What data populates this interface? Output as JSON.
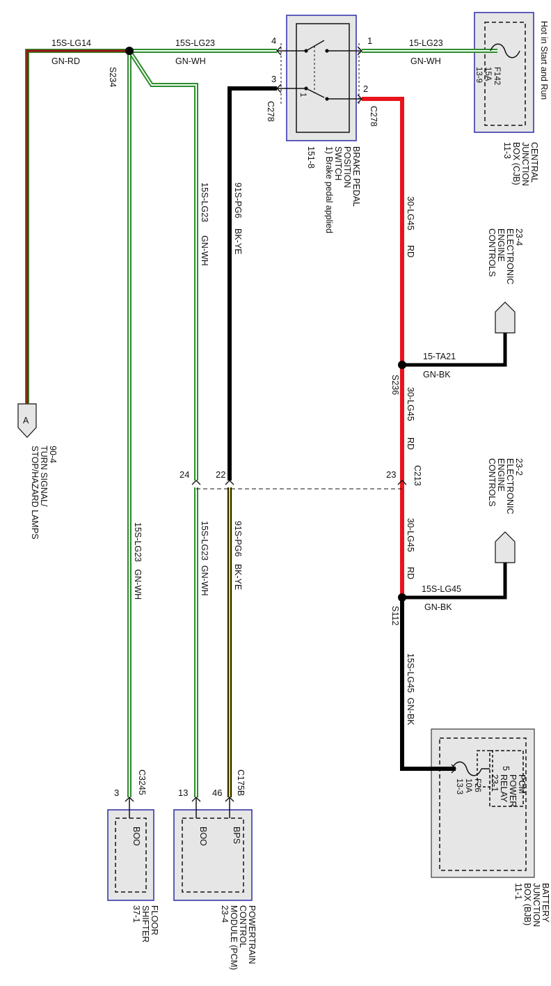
{
  "wires": {
    "w_lg14_circuit": "15S-LG14",
    "w_lg14_color": "GN-RD",
    "w_lg23_top_circuit": "15S-LG23",
    "w_lg23_top_color": "GN-WH",
    "w_lg23_cjb_circuit": "15-LG23",
    "w_lg23_cjb_color": "GN-WH",
    "w_lg23_mid_circuit": "15S-LG23",
    "w_lg23_mid_color": "GN-WH",
    "w_pg6_circuit": "91S-PG6",
    "w_pg6_color": "BK-YE",
    "w_lg45_top_circuit": "30-LG45",
    "w_lg45_top_color": "RD",
    "w_ta21_circuit": "15-TA21",
    "w_ta21_color": "GN-BK",
    "w_lg45_mid_circuit": "30-LG45",
    "w_lg45_mid_color": "RD",
    "w_lg45_low_circuit": "30-LG45",
    "w_lg45_low_color": "RD",
    "w_slg45_branch_circuit": "15S-LG45",
    "w_slg45_branch_color": "GN-BK",
    "w_slg45_bjb": "15S-LG45  GN-BK",
    "w_lg23_pcm": "15S-LG23  GN-WH",
    "w_pg6_pcm": "91S-PG6   BK-YE",
    "w_lg23_shifter": "15S-LG23   GN-WH"
  },
  "splices": {
    "s234": "S234",
    "s236": "S236",
    "s112": "S112"
  },
  "connectors": {
    "c278_left": "C278",
    "c278_right": "C278",
    "c213": "C213",
    "c175b": "C175B",
    "c3245": "C3245"
  },
  "pins": {
    "p4": "4",
    "p3": "3",
    "p1": "1",
    "p2": "2",
    "p24": "24",
    "p22": "22",
    "p23": "23",
    "p13": "13",
    "p46": "46",
    "p3b": "3",
    "p5": "5",
    "sw1": "1"
  },
  "components": {
    "cjb": {
      "fuse_id": "F142",
      "fuse_rating": "15A",
      "fuse_ref": "13-9",
      "line1": "CENTRAL",
      "line2": "JUNCTION",
      "line3": "BOX (CJB)",
      "line4": "11-3",
      "note": "Hot in Start and Run"
    },
    "brake_switch": {
      "line1": "BRAKE PEDAL",
      "line2": "POSITION",
      "line3": "SWITCH",
      "line4": "1) Brake pedal applied",
      "line5": "151-8"
    },
    "eec_top": {
      "line1": "23-4",
      "line2": "ELECTRONIC",
      "line3": "ENGINE",
      "line4": "CONTROLS"
    },
    "eec_mid": {
      "line1": "23-2",
      "line2": "ELECTRONIC",
      "line3": "ENGINE",
      "line4": "CONTROLS"
    },
    "turn_lamps": {
      "ref_letter": "A",
      "line1": "90-4",
      "line2": "TURN SIGNAL/",
      "line3": "STOP/HAZARD LAMPS"
    },
    "bjb": {
      "relay_line1": "PCM",
      "relay_line2": "POWER",
      "relay_line3": "RELAY",
      "relay_line4": "23-1",
      "fuse_id": "F26",
      "fuse_rating": "10A",
      "fuse_ref": "13-3",
      "line1": "BATTERY",
      "line2": "JUNCTION",
      "line3": "BOX (BJB)",
      "line4": "11-1"
    },
    "pcm": {
      "pin_bps": "BPS",
      "pin_boo": "BOO",
      "line1": "POWERTRAIN",
      "line2": "CONTROL",
      "line3": "MODULE (PCM)",
      "line4": "23-4"
    },
    "shifter": {
      "pin_boo": "BOO",
      "line1": "FLOOR",
      "line2": "SHIFTER",
      "line3": "37-1"
    }
  },
  "colors": {
    "red_wire": "#e8141b",
    "dark_red_wire": "#9a1010",
    "green_wire": "#2e8b2e",
    "yellow_wire": "#f2e600",
    "black_wire": "#000000",
    "box_border": "#2a2aa8",
    "box_fill": "#e6e6e6"
  }
}
